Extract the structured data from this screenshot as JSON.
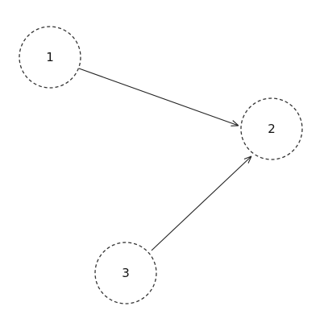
{
  "diagram": {
    "nodes": [
      {
        "id": "n1",
        "label": "1"
      },
      {
        "id": "n2",
        "label": "2"
      },
      {
        "id": "n3",
        "label": "3"
      }
    ],
    "edges": [
      {
        "from": "n1",
        "to": "n2"
      },
      {
        "from": "n3",
        "to": "n2"
      }
    ]
  }
}
